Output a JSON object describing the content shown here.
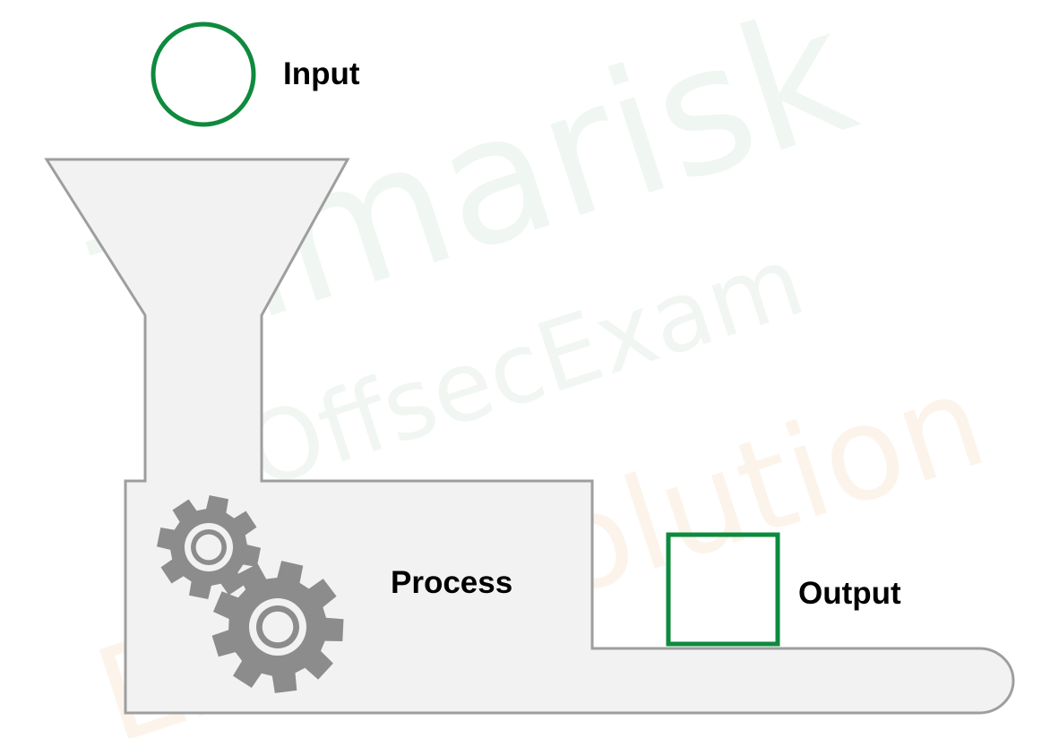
{
  "labels": {
    "input": "Input",
    "process": "Process",
    "output": "Output"
  },
  "watermark": {
    "line1": "Tamarisk",
    "line2": "OffsecExam",
    "line3": "Exam solution"
  },
  "colors": {
    "background": "#ffffff",
    "machine_fill": "#f2f2f2",
    "machine_stroke": "#9e9e9e",
    "gear": "#8c8c8c",
    "accent_green": "#0e8a3e",
    "watermark_green": "#e9f3ec",
    "watermark_orange": "#fdf1e6"
  },
  "icons": [
    "input-circle-icon",
    "small-gear-icon",
    "large-gear-icon",
    "output-square-icon"
  ]
}
